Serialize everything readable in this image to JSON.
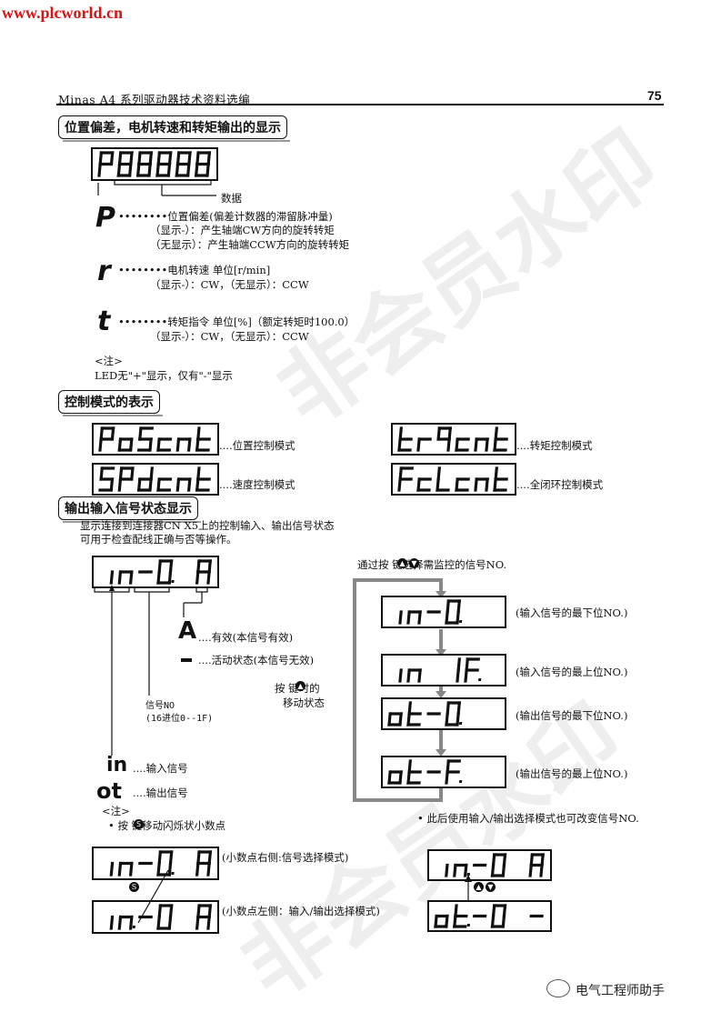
{
  "watermark": {
    "url": "www.plcworld.cn",
    "stamp_text": "非会员水印",
    "brand": "电气工程师助手"
  },
  "header": {
    "title": "Minas A4 系列驱动器技术资料选编",
    "page": "75"
  },
  "section1": {
    "title": "位置偏差，电机转速和转矩输出的显示",
    "display": "P88888",
    "data_label": "数据",
    "items": [
      {
        "glyph": "P",
        "line1": "位置偏差(偏差计数器的滞留脉冲量)",
        "line2": "（显示-）：产生轴端CW方向的旋转转矩",
        "line3": "（无显示）：产生轴端CCW方向的旋转转矩"
      },
      {
        "glyph": "r",
        "line1": "电机转速  单位[r/min]",
        "line2": "（显示-）：CW，（无显示）：CCW"
      },
      {
        "glyph": "t",
        "line1": "转矩指令   单位[%]（额定转矩时100.0）",
        "line2": "（显示-）：CW，（无显示）：CCW"
      }
    ],
    "note_title": "<注>",
    "note_text": "LED无\"+\"显示，仅有\"-\"显示"
  },
  "section2": {
    "title": "控制模式的表示",
    "modes": [
      {
        "display": "PoScnt",
        "label": "....位置控制模式"
      },
      {
        "display": "SPdcnt",
        "label": "....速度控制模式"
      },
      {
        "display": "trqcnt",
        "label": "....转矩控制模式"
      },
      {
        "display": "FcLcnt",
        "label": "....全闭环控制模式"
      }
    ]
  },
  "section3": {
    "title": "输出输入信号状态显示",
    "desc1": "显示连接到连接器CN X5上的控制输入、输出信号状态",
    "desc2": "可用于检查配线正确与否等操作。",
    "display": "in-0. A",
    "legend_A": "....有效(本信号有效)",
    "legend_dash": "....活动状态(本信号无效)",
    "press_line1": "按   键时的",
    "press_line2": "移动状态",
    "signal_no_line1": "信号NO",
    "signal_no_line2": "(16进位0--1F)",
    "in_label": "....输入信号",
    "ot_label": "....输出信号",
    "note_title": "<注>",
    "note_text": "• 按    键移动闪烁状小数点",
    "flow_title": "通过按      键选择需监控的信号NO.",
    "flow": [
      {
        "display": "in-0.",
        "label": "(输入信号的最下位NO.)"
      },
      {
        "display": "in 1F.",
        "label": "(输入信号的最上位NO.)"
      },
      {
        "display": "ot-0.",
        "label": "(输出信号的最下位NO.)"
      },
      {
        "display": "ot-F.",
        "label": "(输出信号的最上位NO.)"
      }
    ],
    "flow_note": "• 此后使用输入/输出选择模式也可改变信号NO.",
    "modes": [
      {
        "display": "in-0. A",
        "label": "(小数点右侧:信号选择模式)"
      },
      {
        "display": "in.-0 A",
        "label": "(小数点左侧：输入/输出选择模式)"
      }
    ],
    "example": [
      {
        "display": "in.-0 A"
      },
      {
        "display": "ot.-0 -"
      }
    ]
  }
}
